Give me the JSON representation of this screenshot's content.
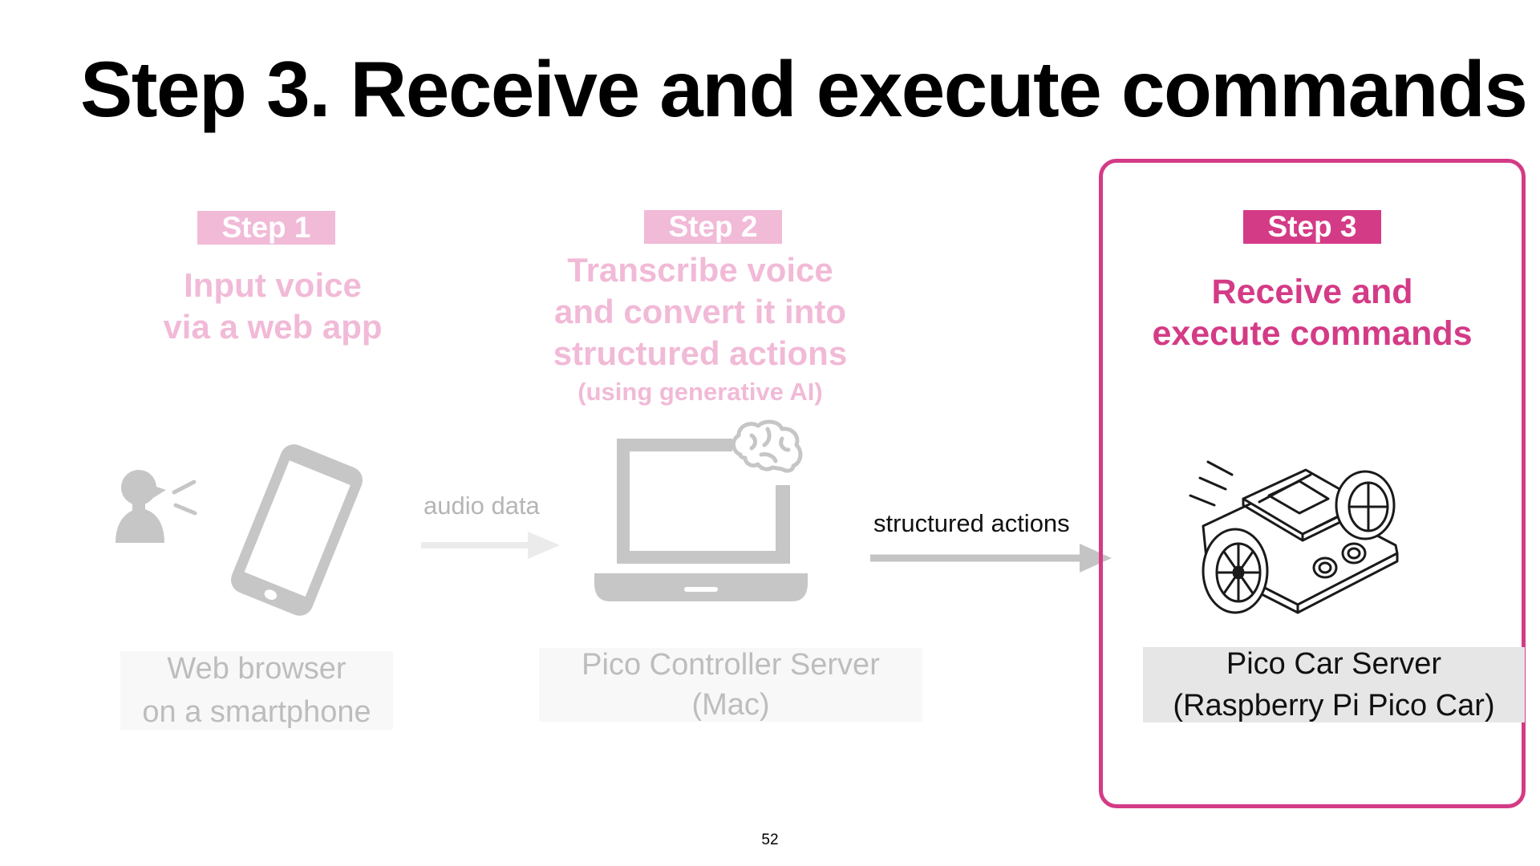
{
  "slide": {
    "title": "Step 3. Receive and execute commands",
    "page_number": "52"
  },
  "steps": [
    {
      "badge": "Step 1",
      "description_lines": [
        "Input voice",
        "via a web app"
      ],
      "device_label_lines": [
        "Web browser",
        "on a smartphone"
      ],
      "icon": "person-speaking-smartphone-icon"
    },
    {
      "badge": "Step 2",
      "description_lines": [
        "Transcribe voice",
        "and convert it into",
        "structured actions"
      ],
      "description_note": "(using generative AI)",
      "device_label_lines": [
        "Pico Controller Server",
        "(Mac)"
      ],
      "icon": "laptop-with-brain-icon"
    },
    {
      "badge": "Step 3",
      "description_lines": [
        "Receive and",
        "execute commands"
      ],
      "device_label_lines": [
        "Pico Car Server",
        "(Raspberry Pi Pico Car)"
      ],
      "icon": "robot-car-icon"
    }
  ],
  "arrows": [
    {
      "label": "audio data"
    },
    {
      "label": "structured actions"
    }
  ],
  "colors": {
    "accent": "#d43b86",
    "faint_accent": "#f1bad7",
    "faint_icon": "#c6c6c6"
  }
}
